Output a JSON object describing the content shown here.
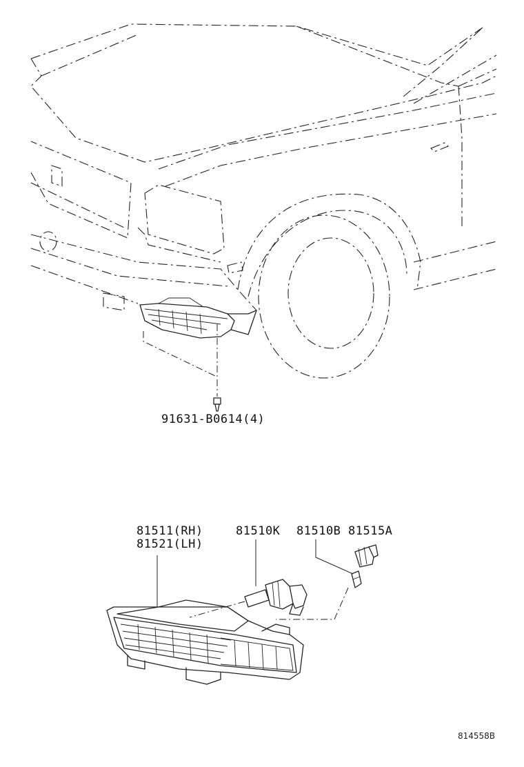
{
  "diagram": {
    "callouts": {
      "screw": "91631-B0614(4)",
      "lamp_rh": "81511(RH)",
      "lamp_lh": "81521(LH)",
      "bulb": "81510K",
      "socket": "81510B",
      "bulb_small": "81515A"
    },
    "drawing_code": "814558B"
  }
}
